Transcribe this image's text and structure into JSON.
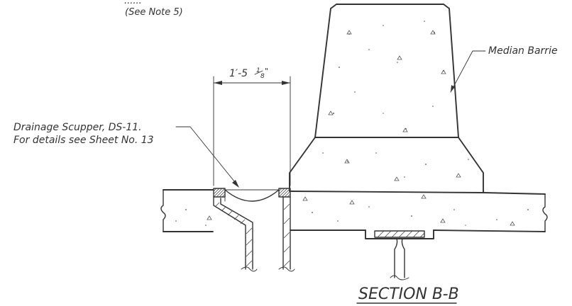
{
  "labels": {
    "top_note_partial": "......",
    "see_note": "(See Note 5)",
    "median_barrier": "Median Barrie",
    "dimension": "1′-5",
    "dimension_fraction_num": "1",
    "dimension_fraction_den": "8",
    "dimension_unit": "\"",
    "scupper_line1": "Drainage Scupper, DS-11.",
    "scupper_line2": "For details see Sheet No. 13",
    "section_title": "SECTION B-B"
  },
  "colors": {
    "line": "#333333",
    "background": "#ffffff"
  }
}
